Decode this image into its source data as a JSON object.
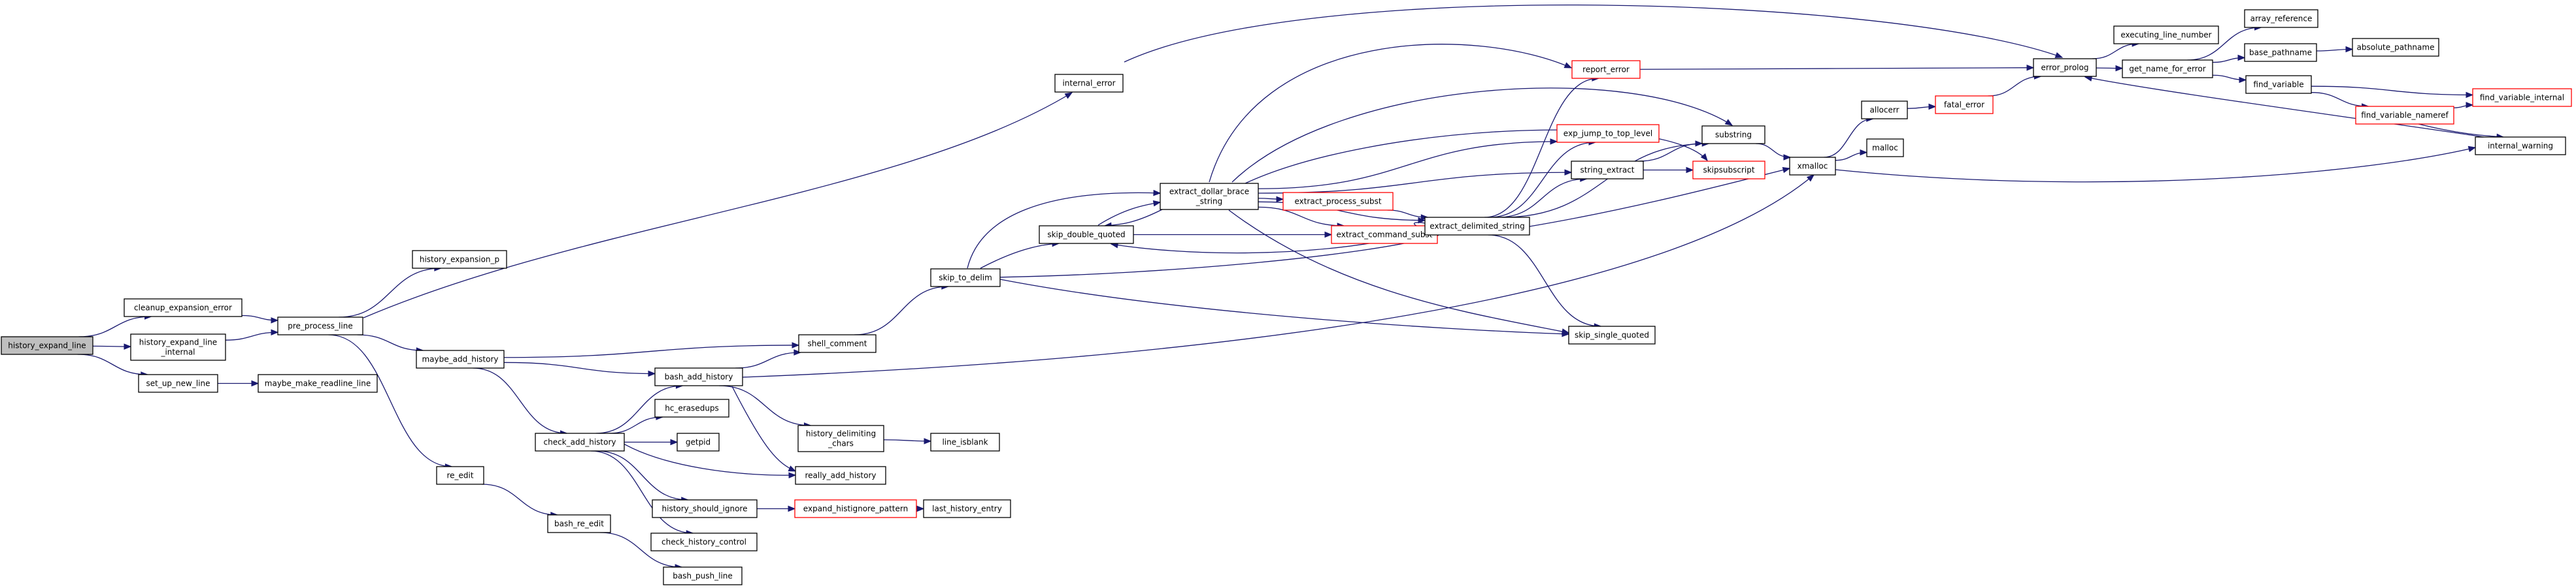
{
  "graph": {
    "colors": {
      "edge": "#191970",
      "root_fill": "#bfbfbf",
      "truncated_border": "#ff0000"
    },
    "nodes": {
      "history_expand_line": {
        "label": "history_expand_line",
        "style": "root"
      },
      "cleanup_expansion_error": {
        "label": "cleanup_expansion_error",
        "style": "normal"
      },
      "history_expand_line_internal": {
        "label": [
          "history_expand_line",
          "_internal"
        ],
        "style": "normal"
      },
      "set_up_new_line": {
        "label": "set_up_new_line",
        "style": "normal"
      },
      "pre_process_line": {
        "label": "pre_process_line",
        "style": "normal"
      },
      "maybe_make_readline_line": {
        "label": "maybe_make_readline_line",
        "style": "normal"
      },
      "history_expansion_p": {
        "label": "history_expansion_p",
        "style": "normal"
      },
      "maybe_add_history": {
        "label": "maybe_add_history",
        "style": "normal"
      },
      "re_edit": {
        "label": "re_edit",
        "style": "normal"
      },
      "internal_error": {
        "label": "internal_error",
        "style": "normal"
      },
      "bash_add_history": {
        "label": "bash_add_history",
        "style": "normal"
      },
      "shell_comment": {
        "label": "shell_comment",
        "style": "normal"
      },
      "check_add_history": {
        "label": "check_add_history",
        "style": "normal"
      },
      "hc_erasedups": {
        "label": "hc_erasedups",
        "style": "normal"
      },
      "getpid": {
        "label": "getpid",
        "style": "normal"
      },
      "history_delimiting_chars": {
        "label": [
          "history_delimiting",
          "_chars"
        ],
        "style": "normal"
      },
      "really_add_history": {
        "label": "really_add_history",
        "style": "normal"
      },
      "history_should_ignore": {
        "label": "history_should_ignore",
        "style": "normal"
      },
      "check_history_control": {
        "label": "check_history_control",
        "style": "normal"
      },
      "bash_re_edit": {
        "label": "bash_re_edit",
        "style": "normal"
      },
      "bash_push_line": {
        "label": "bash_push_line",
        "style": "normal"
      },
      "skip_to_delim": {
        "label": "skip_to_delim",
        "style": "normal"
      },
      "line_isblank": {
        "label": "line_isblank",
        "style": "normal"
      },
      "expand_histignore_pattern": {
        "label": "expand_histignore_pattern",
        "style": "truncated"
      },
      "last_history_entry": {
        "label": "last_history_entry",
        "style": "normal"
      },
      "skip_double_quoted": {
        "label": "skip_double_quoted",
        "style": "normal"
      },
      "extract_dollar_brace_string": {
        "label": [
          "extract_dollar_brace",
          "_string"
        ],
        "style": "normal"
      },
      "extract_process_subst": {
        "label": "extract_process_subst",
        "style": "truncated"
      },
      "extract_command_subst": {
        "label": "extract_command_subst",
        "style": "truncated"
      },
      "extract_delimited_string": {
        "label": "extract_delimited_string",
        "style": "normal"
      },
      "skip_single_quoted": {
        "label": "skip_single_quoted",
        "style": "normal"
      },
      "report_error": {
        "label": "report_error",
        "style": "truncated"
      },
      "exp_jump_to_top_level": {
        "label": "exp_jump_to_top_level",
        "style": "truncated"
      },
      "string_extract": {
        "label": "string_extract",
        "style": "normal"
      },
      "substring": {
        "label": "substring",
        "style": "normal"
      },
      "skipsubscript": {
        "label": "skipsubscript",
        "style": "truncated"
      },
      "xmalloc": {
        "label": "xmalloc",
        "style": "normal"
      },
      "allocerr": {
        "label": "allocerr",
        "style": "normal"
      },
      "malloc": {
        "label": "malloc",
        "style": "normal"
      },
      "fatal_error": {
        "label": "fatal_error",
        "style": "truncated"
      },
      "error_prolog": {
        "label": "error_prolog",
        "style": "normal"
      },
      "executing_line_number": {
        "label": "executing_line_number",
        "style": "normal"
      },
      "get_name_for_error": {
        "label": "get_name_for_error",
        "style": "normal"
      },
      "array_reference": {
        "label": "array_reference",
        "style": "normal"
      },
      "base_pathname": {
        "label": "base_pathname",
        "style": "normal"
      },
      "absolute_pathname": {
        "label": "absolute_pathname",
        "style": "normal"
      },
      "find_variable": {
        "label": "find_variable",
        "style": "normal"
      },
      "find_variable_internal": {
        "label": "find_variable_internal",
        "style": "truncated"
      },
      "find_variable_nameref": {
        "label": "find_variable_nameref",
        "style": "truncated"
      },
      "internal_warning": {
        "label": "internal_warning",
        "style": "normal"
      }
    },
    "edges": [
      [
        "history_expand_line",
        "cleanup_expansion_error"
      ],
      [
        "history_expand_line",
        "history_expand_line_internal"
      ],
      [
        "history_expand_line",
        "set_up_new_line"
      ],
      [
        "cleanup_expansion_error",
        "pre_process_line"
      ],
      [
        "history_expand_line_internal",
        "pre_process_line"
      ],
      [
        "set_up_new_line",
        "maybe_make_readline_line"
      ],
      [
        "pre_process_line",
        "history_expansion_p"
      ],
      [
        "pre_process_line",
        "maybe_add_history"
      ],
      [
        "pre_process_line",
        "re_edit"
      ],
      [
        "pre_process_line",
        "internal_error"
      ],
      [
        "internal_error",
        "error_prolog"
      ],
      [
        "maybe_add_history",
        "shell_comment"
      ],
      [
        "maybe_add_history",
        "bash_add_history"
      ],
      [
        "maybe_add_history",
        "check_add_history"
      ],
      [
        "re_edit",
        "bash_re_edit"
      ],
      [
        "bash_re_edit",
        "bash_push_line"
      ],
      [
        "check_add_history",
        "bash_add_history"
      ],
      [
        "check_add_history",
        "hc_erasedups"
      ],
      [
        "check_add_history",
        "getpid"
      ],
      [
        "check_add_history",
        "really_add_history"
      ],
      [
        "check_add_history",
        "history_should_ignore"
      ],
      [
        "check_add_history",
        "check_history_control"
      ],
      [
        "bash_add_history",
        "shell_comment"
      ],
      [
        "bash_add_history",
        "history_delimiting_chars"
      ],
      [
        "bash_add_history",
        "really_add_history"
      ],
      [
        "bash_add_history",
        "xmalloc"
      ],
      [
        "shell_comment",
        "skip_to_delim"
      ],
      [
        "history_delimiting_chars",
        "line_isblank"
      ],
      [
        "history_should_ignore",
        "expand_histignore_pattern"
      ],
      [
        "expand_histignore_pattern",
        "last_history_entry"
      ],
      [
        "skip_to_delim",
        "skip_double_quoted"
      ],
      [
        "skip_to_delim",
        "extract_dollar_brace_string"
      ],
      [
        "skip_to_delim",
        "extract_delimited_string"
      ],
      [
        "skip_to_delim",
        "skip_single_quoted"
      ],
      [
        "skip_double_quoted",
        "extract_dollar_brace_string"
      ],
      [
        "skip_double_quoted",
        "extract_command_subst"
      ],
      [
        "extract_dollar_brace_string",
        "skip_double_quoted"
      ],
      [
        "extract_dollar_brace_string",
        "extract_process_subst"
      ],
      [
        "extract_dollar_brace_string",
        "extract_command_subst"
      ],
      [
        "extract_dollar_brace_string",
        "extract_delimited_string"
      ],
      [
        "extract_dollar_brace_string",
        "skip_single_quoted"
      ],
      [
        "extract_dollar_brace_string",
        "report_error"
      ],
      [
        "extract_dollar_brace_string",
        "exp_jump_to_top_level"
      ],
      [
        "extract_dollar_brace_string",
        "string_extract"
      ],
      [
        "extract_dollar_brace_string",
        "substring"
      ],
      [
        "extract_dollar_brace_string",
        "skipsubscript"
      ],
      [
        "extract_process_subst",
        "extract_delimited_string"
      ],
      [
        "extract_command_subst",
        "extract_delimited_string"
      ],
      [
        "extract_delimited_string",
        "skip_double_quoted"
      ],
      [
        "extract_delimited_string",
        "extract_command_subst"
      ],
      [
        "extract_delimited_string",
        "skip_single_quoted"
      ],
      [
        "extract_delimited_string",
        "report_error"
      ],
      [
        "extract_delimited_string",
        "exp_jump_to_top_level"
      ],
      [
        "extract_delimited_string",
        "string_extract"
      ],
      [
        "extract_delimited_string",
        "substring"
      ],
      [
        "extract_delimited_string",
        "xmalloc"
      ],
      [
        "string_extract",
        "skipsubscript"
      ],
      [
        "string_extract",
        "substring"
      ],
      [
        "substring",
        "xmalloc"
      ],
      [
        "report_error",
        "error_prolog"
      ],
      [
        "xmalloc",
        "allocerr"
      ],
      [
        "xmalloc",
        "malloc"
      ],
      [
        "xmalloc",
        "internal_warning"
      ],
      [
        "allocerr",
        "fatal_error"
      ],
      [
        "fatal_error",
        "error_prolog"
      ],
      [
        "error_prolog",
        "executing_line_number"
      ],
      [
        "error_prolog",
        "get_name_for_error"
      ],
      [
        "get_name_for_error",
        "array_reference"
      ],
      [
        "get_name_for_error",
        "base_pathname"
      ],
      [
        "get_name_for_error",
        "find_variable"
      ],
      [
        "base_pathname",
        "absolute_pathname"
      ],
      [
        "find_variable",
        "find_variable_internal"
      ],
      [
        "find_variable",
        "find_variable_nameref"
      ],
      [
        "find_variable_nameref",
        "find_variable_internal"
      ],
      [
        "find_variable_nameref",
        "internal_warning"
      ],
      [
        "internal_warning",
        "error_prolog"
      ]
    ]
  }
}
